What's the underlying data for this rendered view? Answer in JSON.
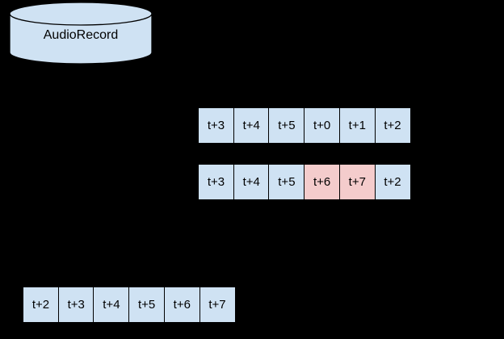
{
  "colors": {
    "background": "#000000",
    "cell_blue": "#cfe2f3",
    "cell_pink": "#f4cccc",
    "border": "#000000",
    "text": "#000000"
  },
  "cylinder": {
    "label": "AudioRecord"
  },
  "rows": [
    {
      "name": "buffer-row-wrapped",
      "cells": [
        {
          "label": "t+3",
          "highlight": false
        },
        {
          "label": "t+4",
          "highlight": false
        },
        {
          "label": "t+5",
          "highlight": false
        },
        {
          "label": "t+0",
          "highlight": false
        },
        {
          "label": "t+1",
          "highlight": false
        },
        {
          "label": "t+2",
          "highlight": false
        }
      ]
    },
    {
      "name": "buffer-row-updated",
      "cells": [
        {
          "label": "t+3",
          "highlight": false
        },
        {
          "label": "t+4",
          "highlight": false
        },
        {
          "label": "t+5",
          "highlight": false
        },
        {
          "label": "t+6",
          "highlight": true
        },
        {
          "label": "t+7",
          "highlight": true
        },
        {
          "label": "t+2",
          "highlight": false
        }
      ]
    },
    {
      "name": "ordered-output-row",
      "cells": [
        {
          "label": "t+2",
          "highlight": false
        },
        {
          "label": "t+3",
          "highlight": false
        },
        {
          "label": "t+4",
          "highlight": false
        },
        {
          "label": "t+5",
          "highlight": false
        },
        {
          "label": "t+6",
          "highlight": false
        },
        {
          "label": "t+7",
          "highlight": false
        }
      ]
    }
  ]
}
